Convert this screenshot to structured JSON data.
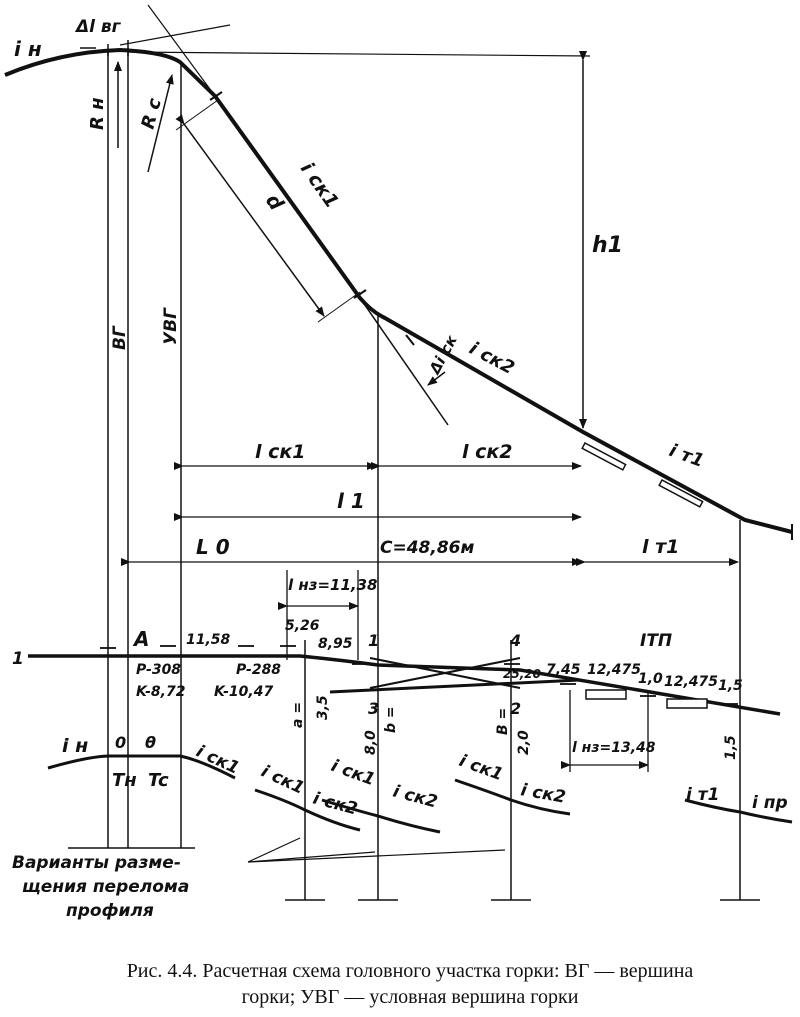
{
  "labels": {
    "i_n_top": "i н",
    "delta_l": "Δl вг",
    "R_n": "R н",
    "R_c": "R c",
    "i_ck1_top": "i ск1",
    "d": "d",
    "h1": "h1",
    "VG": "ВГ",
    "UVG": "УВГ",
    "i_ck2_top": "i ск2",
    "delta_i": "Δi ск",
    "i_t1_top": "i т1",
    "l_ck1": "l ск1",
    "l_ck2": "l ск2",
    "l1": "l 1",
    "L0": "L 0",
    "C": "C=48,86м",
    "l_t1": "l т1",
    "l_nz1": "l нз=11,38",
    "d526": "5,26",
    "d895": "8,95",
    "n1": "1",
    "n4": "4",
    "ITP": "IТП",
    "track1": "1",
    "A": "A",
    "d1158": "11,58",
    "P308": "P-308",
    "K872": "K-8,72",
    "P288": "P-288",
    "K1047": "K-10,47",
    "d35": "3,5",
    "a_eq": "a =",
    "n3": "3",
    "n2": "2",
    "b_eq": "b =",
    "d80a": "8,0",
    "B_eq": "B =",
    "d20": "2,0",
    "d2520": "25,20",
    "d745": "7,45",
    "d12475a": "12,475",
    "d10": "1,0",
    "d12475b": "12,475",
    "d15a": "1,5",
    "d15b": "1,5",
    "l_nz2": "l нз=13,48",
    "i_n_bot": "i н",
    "zero": "0",
    "theta": "θ",
    "Tn": "Tн",
    "Tc": "Tc",
    "i_ck1_b1": "i ск1",
    "i_ck1_b2": "i ск1",
    "i_ck2_b2": "i ск2",
    "i_ck1_b3": "i ск1",
    "i_ck2_b3": "i ск2",
    "i_ck1_b4": "i ск1",
    "i_ck2_b4": "i ск2",
    "i_t1_b5": "i т1",
    "i_pr_b5": "i пр",
    "variants": [
      "Варианты разме-",
      "щения перелома",
      "профиля"
    ]
  },
  "caption": {
    "line1": "Рис. 4.4. Расчетная схема головного участка горки: ВГ — вершина",
    "line2": "горки; УВГ — условная вершина горки"
  }
}
